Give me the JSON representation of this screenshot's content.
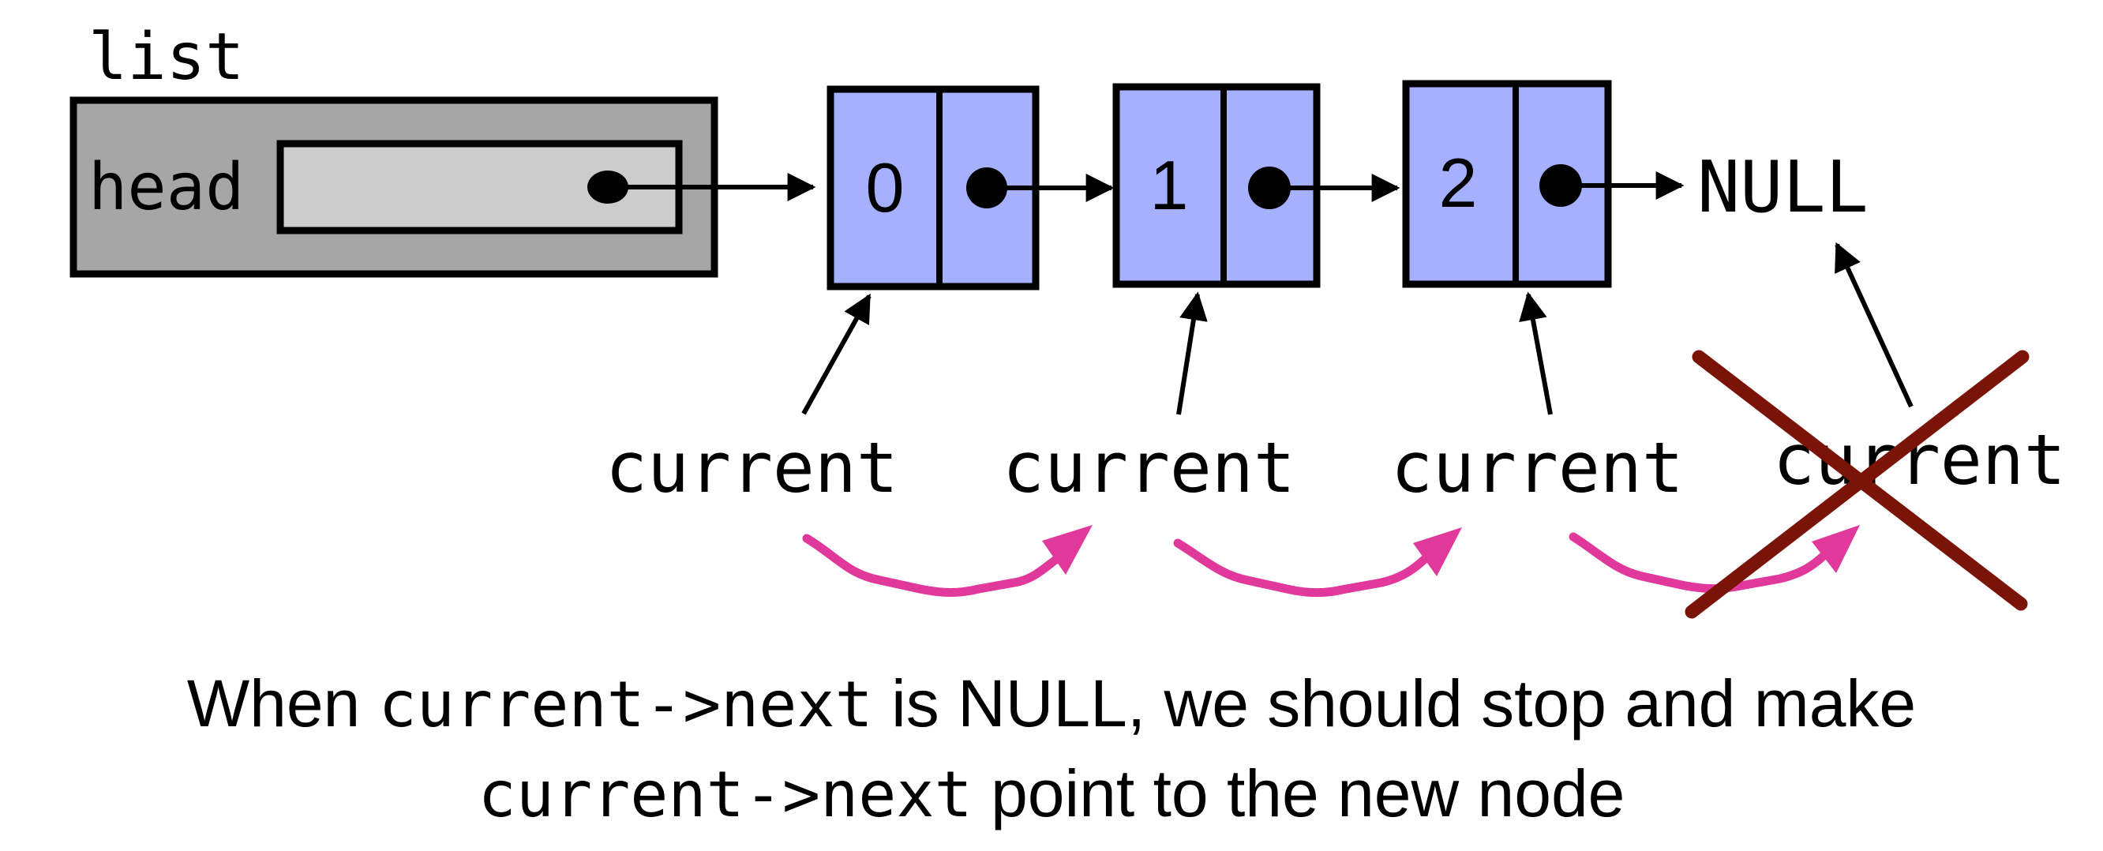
{
  "diagram": {
    "list_label": "list",
    "head_label": "head",
    "nodes": [
      {
        "value": "0"
      },
      {
        "value": "1"
      },
      {
        "value": "2"
      }
    ],
    "null_label": "NULL",
    "current_labels": [
      "current",
      "current",
      "current",
      "current"
    ],
    "colors": {
      "list_box": "#a6a6a6",
      "head_field": "#cccccc",
      "node_fill": "#a5b0ff",
      "advance_arrow": "#e0389b",
      "cross": "#7a1408"
    }
  },
  "caption": {
    "line1": {
      "prefix": "When ",
      "code1": "current->next",
      "mid": " is ",
      "code2": "NULL",
      "suffix": ", we should stop and make"
    },
    "line2": {
      "code": "current->next",
      "suffix": " point to the new node"
    }
  }
}
